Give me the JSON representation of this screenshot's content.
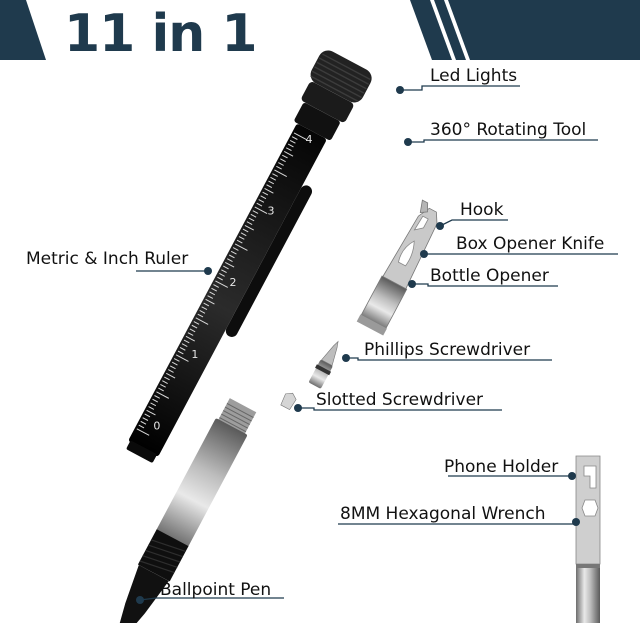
{
  "banner": {
    "title": "11 in 1",
    "color": "#1f3a4d"
  },
  "labels": {
    "led_lights": "Led Lights",
    "rotating_tool": "360° Rotating Tool",
    "ruler": "Metric & Inch Ruler",
    "hook": "Hook",
    "box_opener_knife": "Box Opener Knife",
    "bottle_opener": "Bottle Opener",
    "phillips_screwdriver": "Phillips Screwdriver",
    "slotted_screwdriver": "Slotted Screwdriver",
    "phone_holder": "Phone Holder",
    "hex_wrench": "8MM Hexagonal Wrench",
    "ballpoint_pen": "Ballpoint Pen"
  },
  "ruler_marks": [
    "0",
    "1",
    "2",
    "3",
    "4"
  ],
  "colors": {
    "pen_body": "#151515",
    "steel": "#b9b9b9",
    "leader": "#1f3a4d",
    "dot": "#1f3a4d"
  }
}
